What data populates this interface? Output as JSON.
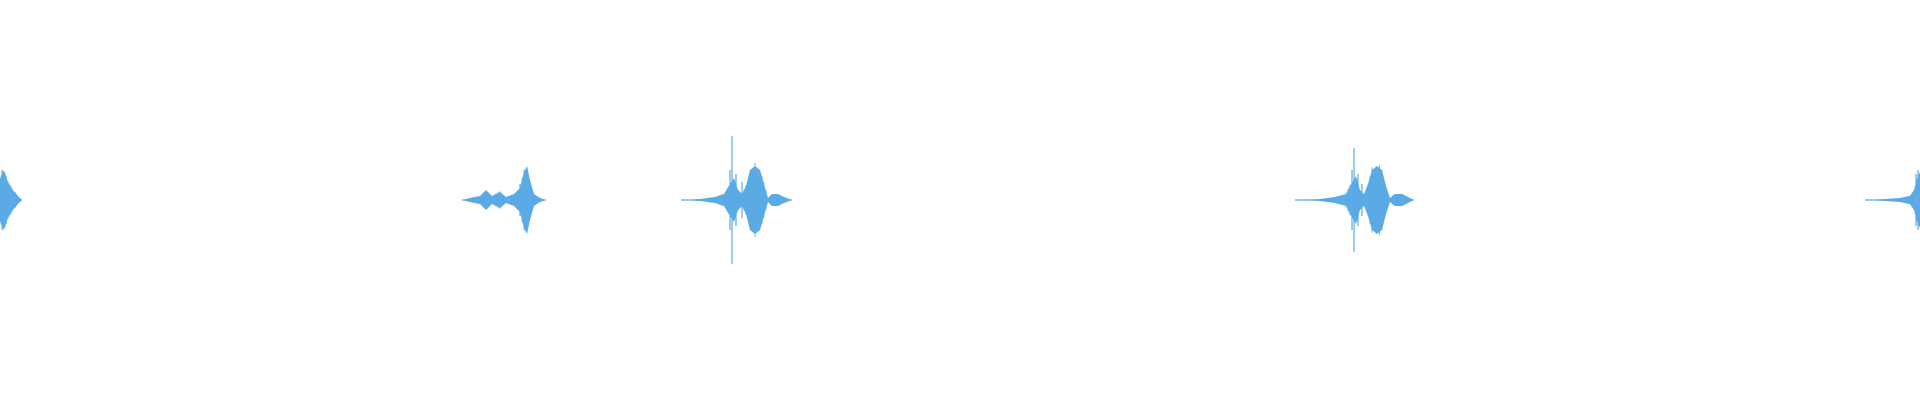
{
  "waveform": {
    "color": "#5aaae6",
    "background": "#ffffff",
    "bursts": [
      {
        "id": "burst-1",
        "type": "edge-left"
      },
      {
        "id": "burst-2",
        "type": "small"
      },
      {
        "id": "burst-3",
        "type": "large-spike"
      },
      {
        "id": "burst-4",
        "type": "large-spike"
      },
      {
        "id": "burst-5",
        "type": "edge-right"
      }
    ]
  }
}
